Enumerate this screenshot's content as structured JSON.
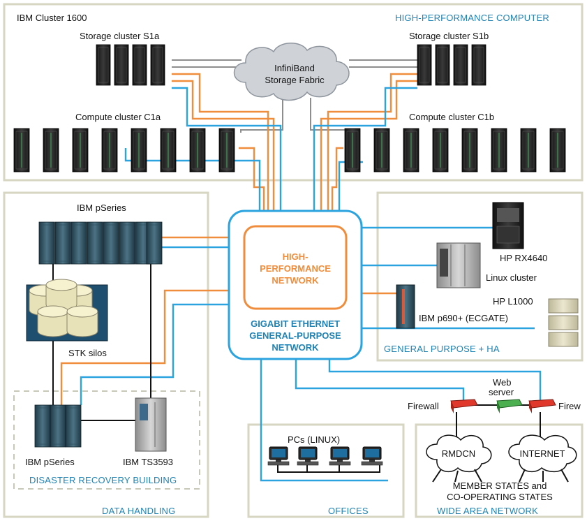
{
  "sections": {
    "hpc": "HIGH-PERFORMANCE COMPUTER",
    "data_handling": "DATA HANDLING",
    "disaster_recovery": "DISASTER RECOVERY BUILDING",
    "general_purpose": "GENERAL PURPOSE + HA",
    "offices": "OFFICES",
    "wan": "WIDE AREA NETWORK"
  },
  "labels": {
    "ibm_cluster": "IBM Cluster 1600",
    "storage_s1a": "Storage cluster S1a",
    "storage_s1b": "Storage cluster S1b",
    "infiniband_1": "InfiniBand",
    "infiniband_2": "Storage Fabric",
    "compute_c1a": "Compute cluster C1a",
    "compute_c1b": "Compute cluster C1b",
    "ibm_pseries_top": "IBM pSeries",
    "stk_silos": "STK silos",
    "ibm_pseries_dr": "IBM pSeries",
    "ibm_ts3593": "IBM TS3593",
    "hp_rx4640": "HP RX4640",
    "linux_cluster": "Linux cluster",
    "hp_l1000": "HP L1000",
    "ibm_p690": "IBM p690+ (ECGATE)",
    "pcs_linux": "PCs (LINUX)",
    "web_server_1": "Web",
    "web_server_2": "server",
    "firewall_left": "Firewall",
    "firewall_right": "Firew",
    "rmdcn": "RMDCN",
    "internet": "INTERNET",
    "member_states_1": "MEMBER STATES and",
    "member_states_2": "CO-OPERATING STATES"
  },
  "core": {
    "hpn_1": "HIGH-",
    "hpn_2": "PERFORMANCE",
    "hpn_3": "NETWORK",
    "gig_1": "GIGABIT ETHERNET",
    "gig_2": "GENERAL-PURPOSE",
    "gig_3": "NETWORK"
  },
  "colors": {
    "hpn_orange": "#f08d3c",
    "ethernet_blue": "#2aa3df",
    "section_label_blue": "#1f82b5",
    "panel_border": "#d6d6c2",
    "firewall_red": "#e0392b",
    "web_server_green": "#4caf50"
  }
}
